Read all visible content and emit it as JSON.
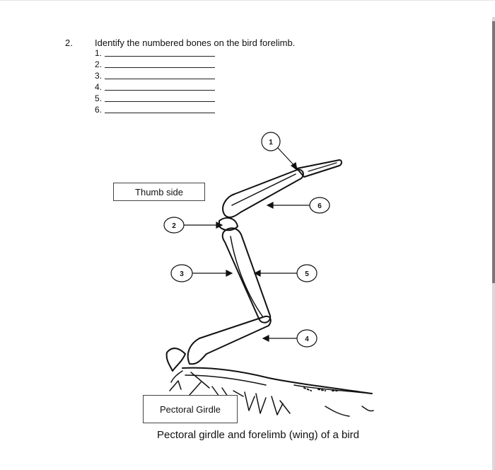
{
  "question": {
    "number": "2.",
    "prompt": "Identify the numbered bones on the bird forelimb."
  },
  "answer_blanks": [
    {
      "label": "1."
    },
    {
      "label": "2."
    },
    {
      "label": "3."
    },
    {
      "label": "4."
    },
    {
      "label": "5."
    },
    {
      "label": "6."
    }
  ],
  "diagram": {
    "thumb_side_label": "Thumb side",
    "pectoral_girdle_label": "Pectoral Girdle",
    "callouts": [
      "1",
      "2",
      "3",
      "4",
      "5",
      "6"
    ],
    "caption": "Pectoral girdle and forelimb (wing) of a bird"
  }
}
